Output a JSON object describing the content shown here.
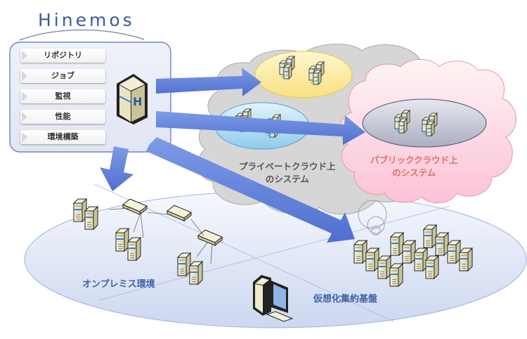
{
  "logo": {
    "text": "Hinemos"
  },
  "menu": {
    "items": [
      {
        "label": "リポジトリ"
      },
      {
        "label": "ジョブ"
      },
      {
        "label": "監視"
      },
      {
        "label": "性能"
      },
      {
        "label": "環境構築"
      }
    ]
  },
  "environments": {
    "private_cloud": {
      "line1": "プライベートクラウド上",
      "line2": "のシステム"
    },
    "public_cloud": {
      "line1": "パブリッククラウド上",
      "line2": "のシステム"
    },
    "on_premise": {
      "label": "オンプレミス環境"
    },
    "virtualization": {
      "label": "仮想化集約基盤"
    }
  },
  "icons": {
    "manager": "hinemos-manager-server-icon",
    "server": "server-tower-icon",
    "switch": "network-switch-icon",
    "client": "client-pc-icon"
  },
  "colors": {
    "arrow": "#5b7fd8",
    "logo": "#3d5ba0",
    "private_cloud": "#d4d4d4",
    "public_cloud": "#fbd0d4",
    "yellow_pool": "#fbeb9c",
    "blue_pool": "#aad8f2",
    "gray_pool": "#b9bccb",
    "ground": "#dde3f3",
    "label_blue": "#3f63a8",
    "label_red": "#e07066"
  }
}
